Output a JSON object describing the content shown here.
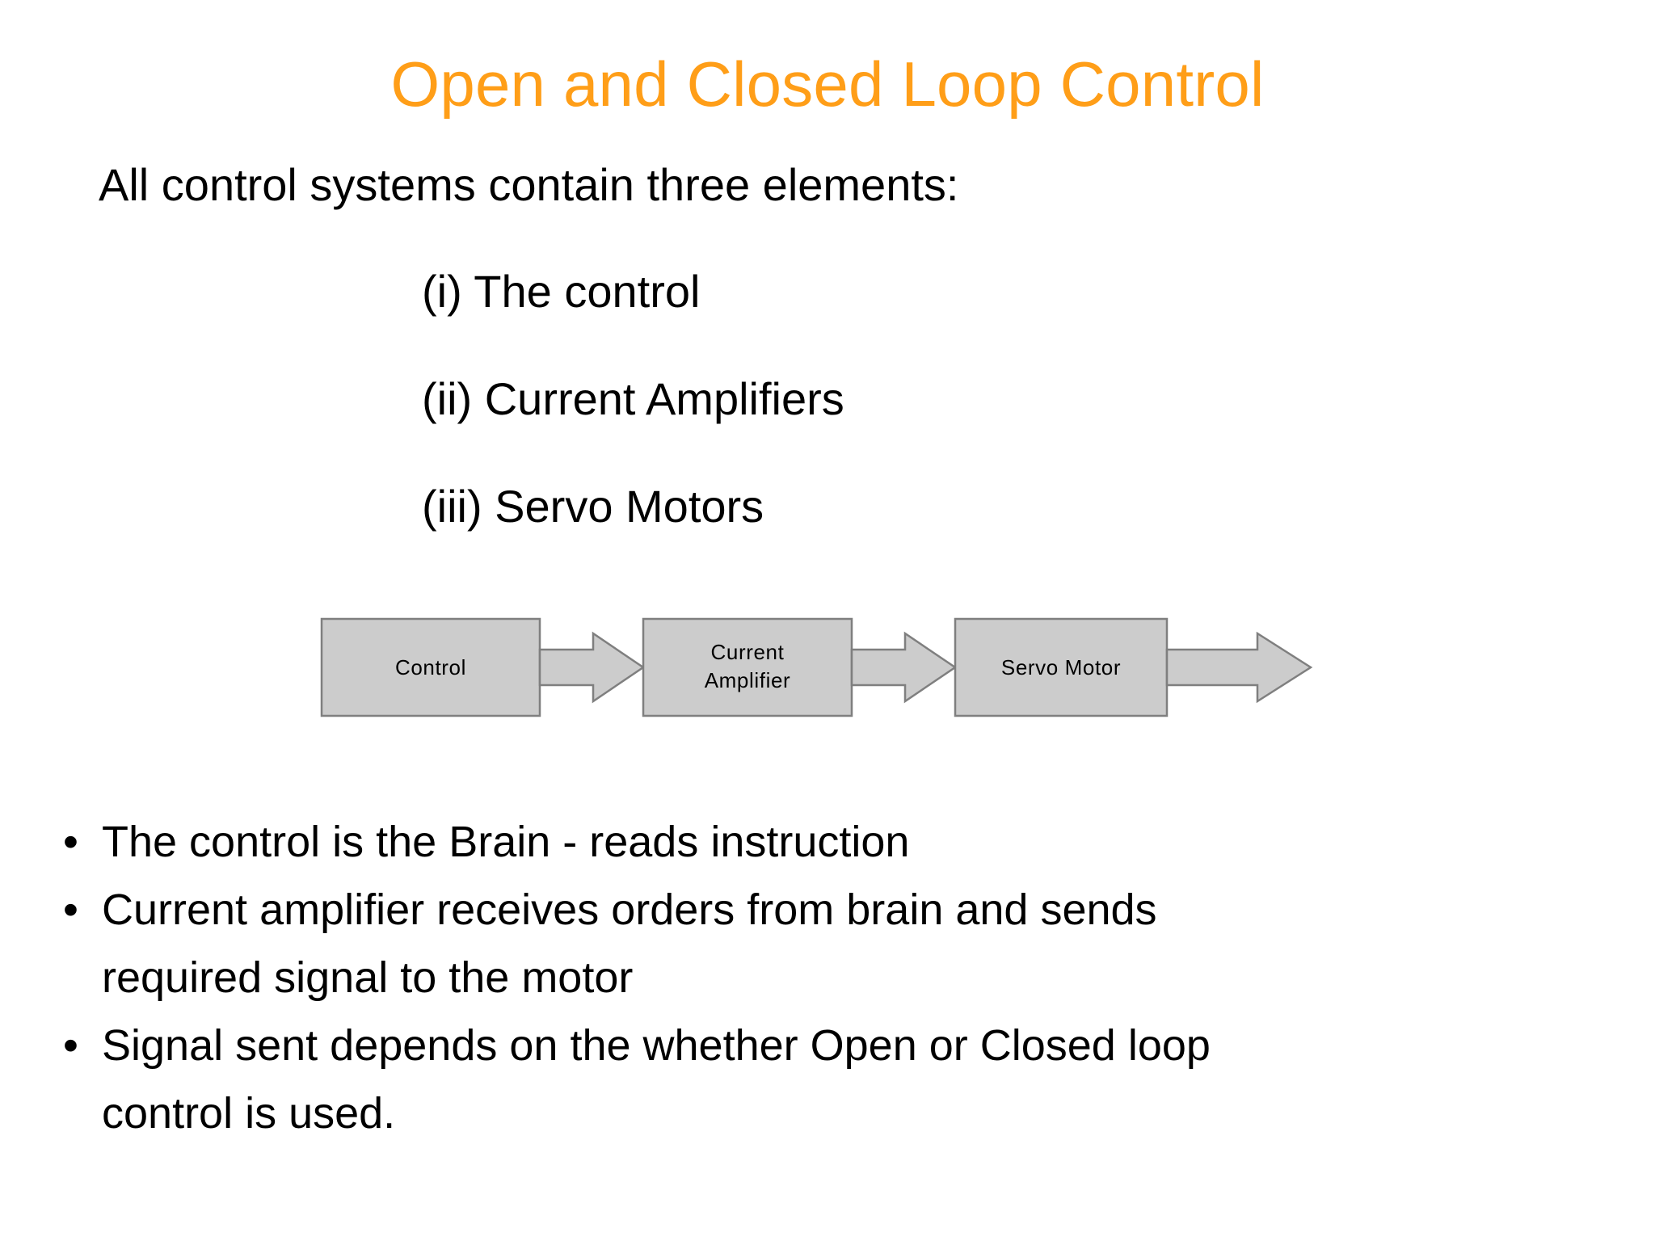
{
  "slide": {
    "title": "Open and Closed Loop Control",
    "title_color": "#FF9E18",
    "background_color": "#FFFFFF",
    "body_color": "#000000",
    "intro": "All control systems contain three elements:",
    "elements": [
      {
        "label": "(i) The control"
      },
      {
        "label": "(ii) Current Amplifiers"
      },
      {
        "label": "(iii) Servo Motors"
      }
    ],
    "diagram": {
      "shape_fill": "#CCCCCC",
      "shape_stroke": "#7F7F7F",
      "boxes": [
        {
          "label": "Control",
          "line1": "Control",
          "line2": ""
        },
        {
          "label": "Current Amplifier",
          "line1": "Current",
          "line2": "Amplifier"
        },
        {
          "label": "Servo Motor",
          "line1": "Servo Motor",
          "line2": ""
        }
      ],
      "arrows": [
        {
          "name": "arrow-control-to-amplifier"
        },
        {
          "name": "arrow-amplifier-to-motor"
        },
        {
          "name": "arrow-motor-output"
        }
      ]
    },
    "bullets": [
      {
        "marker": "•",
        "lines": [
          "The control is the Brain - reads instruction"
        ]
      },
      {
        "marker": "•",
        "lines": [
          "Current amplifier receives orders from brain and sends",
          "required signal to the motor"
        ]
      },
      {
        "marker": "•",
        "lines": [
          "Signal sent depends on the whether Open or Closed loop",
          "control is used."
        ]
      }
    ]
  }
}
